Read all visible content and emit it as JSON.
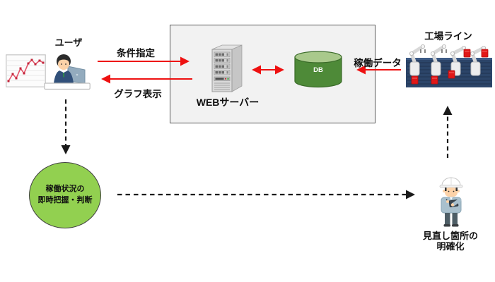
{
  "diagram": {
    "nodes": {
      "user": {
        "label": "ユーザ"
      },
      "web_server": {
        "label": "WEBサーバー"
      },
      "db": {
        "label": "DB"
      },
      "factory": {
        "label": "工場ライン"
      },
      "outcome": {
        "line1": "稼働状況の",
        "line2": "即時把握・判断"
      },
      "worker": {
        "line1": "見直し箇所の",
        "line2": "明確化"
      }
    },
    "flows": {
      "condition": {
        "label": "条件指定"
      },
      "graph_display": {
        "label": "グラフ表示"
      },
      "operation_data": {
        "label": "稼働データ"
      }
    },
    "colors": {
      "arrow_red": "#ee1111",
      "connector_black": "#1a1a1a",
      "db_body_green": "#4e8a38",
      "db_top_green": "#a9c98c",
      "outcome_green": "#92d050",
      "box_fill": "#f2f2f2",
      "box_border": "#595959",
      "factory_belt_navy": "#2c4569",
      "item_red": "#e11818"
    }
  }
}
